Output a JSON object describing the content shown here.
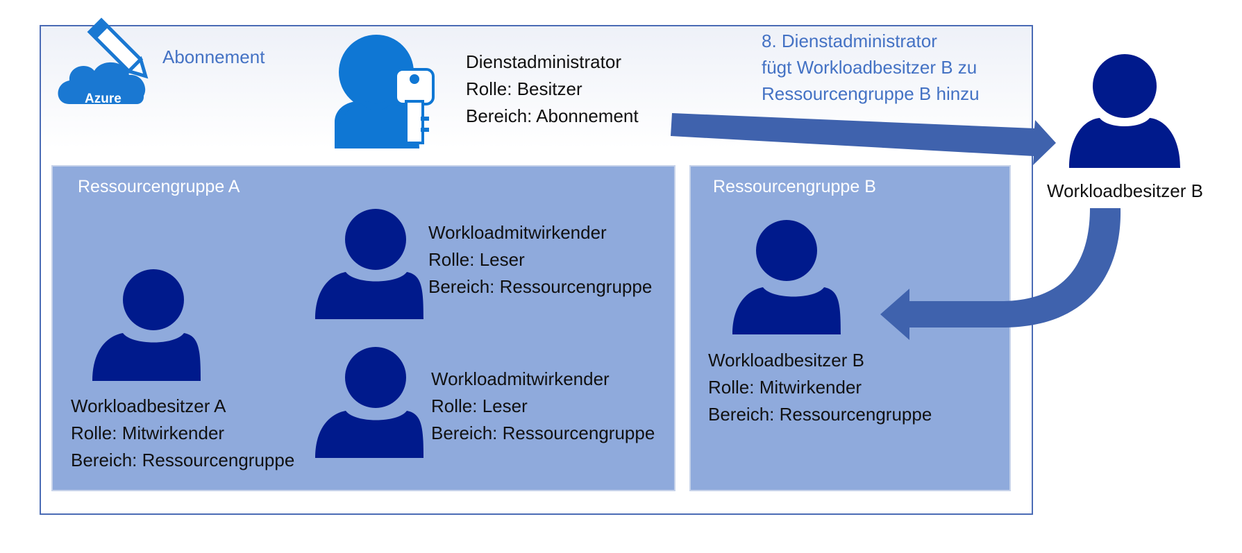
{
  "subscription": {
    "label": "Abonnement",
    "azure_logo_text": "Azure"
  },
  "service_admin": {
    "name": "Dienstadministrator",
    "role": "Rolle: Besitzer",
    "scope": "Bereich: Abonnement"
  },
  "step_annotation": {
    "line1": "8. Dienstadministrator",
    "line2": "fügt Workloadbesitzer B zu",
    "line3": "Ressourcengruppe B hinzu"
  },
  "workload_owner_b_outside": {
    "name": "Workloadbesitzer B"
  },
  "resource_group_a": {
    "title": "Ressourcengruppe A",
    "owner": {
      "name": "Workloadbesitzer A",
      "role": "Rolle: Mitwirkender",
      "scope": "Bereich: Ressourcengruppe"
    },
    "contributor_1": {
      "name": "Workloadmitwirkender",
      "role": "Rolle: Leser",
      "scope": "Bereich: Ressourcengruppe"
    },
    "contributor_2": {
      "name": "Workloadmitwirkender",
      "role": "Rolle: Leser",
      "scope": "Bereich: Ressourcengruppe"
    }
  },
  "resource_group_b": {
    "title": "Ressourcengruppe B",
    "owner": {
      "name": "Workloadbesitzer B",
      "role": "Rolle: Mitwirkender",
      "scope": "Bereich: Ressourcengruppe"
    }
  },
  "colors": {
    "person_dark": "#001a8c",
    "person_admin": "#0f77d4",
    "arrow": "#3f62ad",
    "resource_group_fill": "#8faadc",
    "annotation_text": "#4472c4"
  }
}
